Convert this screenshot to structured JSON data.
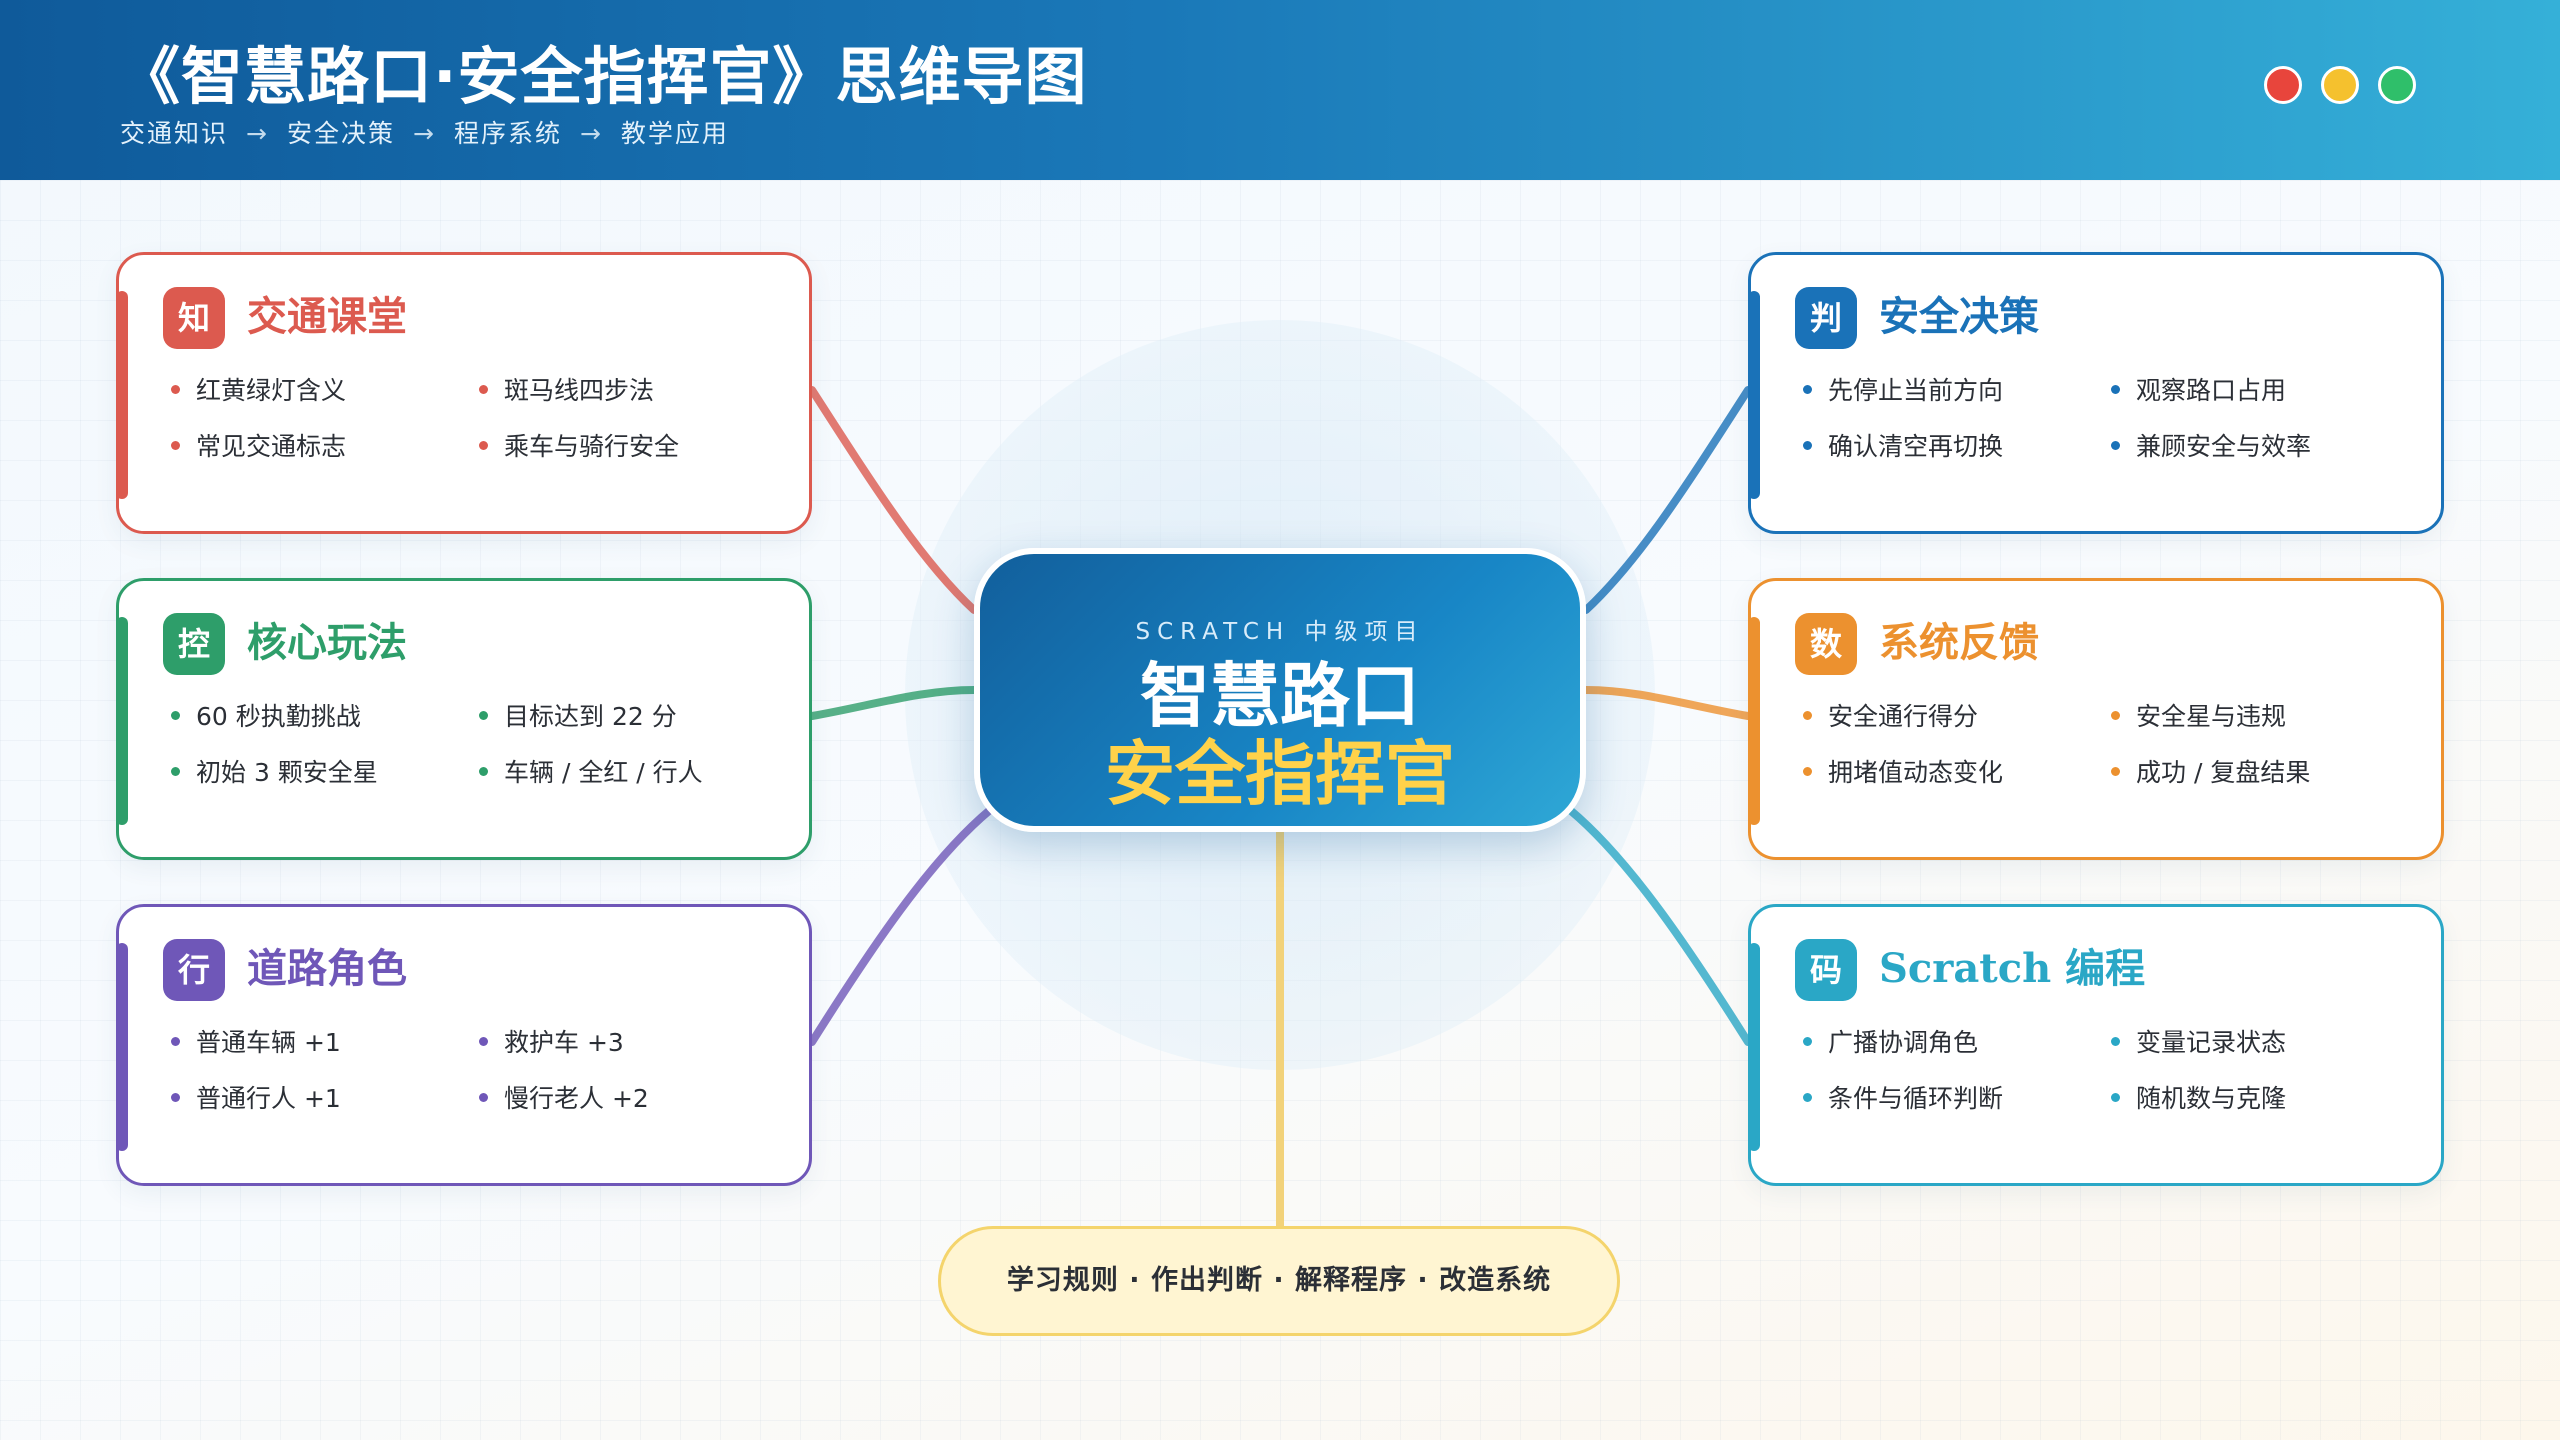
{
  "header": {
    "title": "《智慧路口·安全指挥官》思维导图",
    "breadcrumb": [
      "交通知识",
      "安全决策",
      "程序系统",
      "教学应用"
    ],
    "separator": "→",
    "dot_colors": [
      "#e8453c",
      "#f5c12e",
      "#2fbf6a"
    ]
  },
  "center": {
    "subtitle": "SCRATCH 中级项目",
    "line1": "智慧路口",
    "line2": "安全指挥官"
  },
  "cards": [
    {
      "badge": "知",
      "title": "交通课堂",
      "color": "#dc5a4f",
      "items": [
        "红黄绿灯含义",
        "斑马线四步法",
        "常见交通标志",
        "乘车与骑行安全"
      ]
    },
    {
      "badge": "控",
      "title": "核心玩法",
      "color": "#2e9e6a",
      "items": [
        "60 秒执勤挑战",
        "目标达到 22 分",
        "初始 3 颗安全星",
        "车辆 / 全红 / 行人"
      ]
    },
    {
      "badge": "行",
      "title": "道路角色",
      "color": "#6f57b8",
      "items": [
        "普通车辆 +1",
        "救护车 +3",
        "普通行人 +1",
        "慢行老人 +2"
      ]
    },
    {
      "badge": "判",
      "title": "安全决策",
      "color": "#1a72b8",
      "items": [
        "先停止当前方向",
        "观察路口占用",
        "确认清空再切换",
        "兼顾安全与效率"
      ]
    },
    {
      "badge": "数",
      "title": "系统反馈",
      "color": "#ec912f",
      "items": [
        "安全通行得分",
        "安全星与违规",
        "拥堵值动态变化",
        "成功 / 复盘结果"
      ]
    },
    {
      "badge": "码",
      "title": "Scratch 编程",
      "color": "#2aa7c6",
      "items": [
        "广播协调角色",
        "变量记录状态",
        "条件与循环判断",
        "随机数与克隆"
      ]
    }
  ],
  "footer": {
    "text": "学习规则 · 作出判断 · 解释程序 · 改造系统",
    "connector_color": "#f2d27a"
  }
}
